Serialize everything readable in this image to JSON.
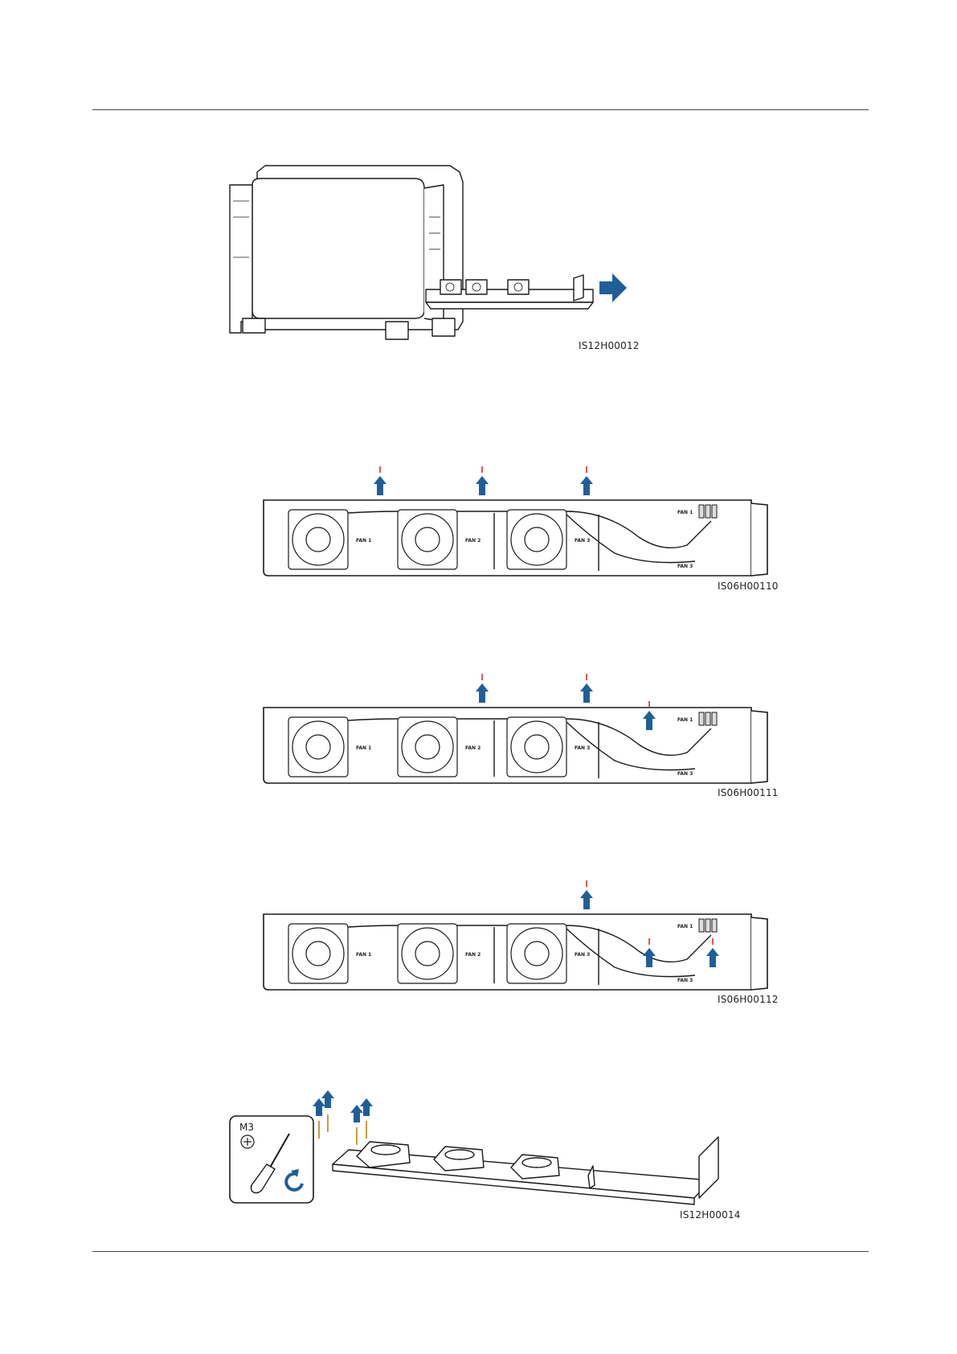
{
  "figures": [
    {
      "id": "fig1",
      "code": "IS12H00012"
    },
    {
      "id": "fig2",
      "code": "IS06H00110",
      "fan_labels": [
        "FAN 1",
        "FAN 2",
        "FAN 3"
      ],
      "panel_labels": [
        "FAN 1",
        "FAN 3"
      ]
    },
    {
      "id": "fig3",
      "code": "IS06H00111",
      "fan_labels": [
        "FAN 1",
        "FAN 2",
        "FAN 3"
      ],
      "panel_labels": [
        "FAN 1",
        "FAN 3"
      ]
    },
    {
      "id": "fig4",
      "code": "IS06H00112",
      "fan_labels": [
        "FAN 1",
        "FAN 2",
        "FAN 3"
      ],
      "panel_labels": [
        "FAN 1",
        "FAN 3"
      ]
    },
    {
      "id": "fig5",
      "code": "IS12H00014",
      "tool": {
        "screw_size": "M3"
      }
    }
  ],
  "colors": {
    "arrow": "#1f5f99",
    "cut_mark": "#cc2222",
    "line": "#1a1a1a"
  }
}
